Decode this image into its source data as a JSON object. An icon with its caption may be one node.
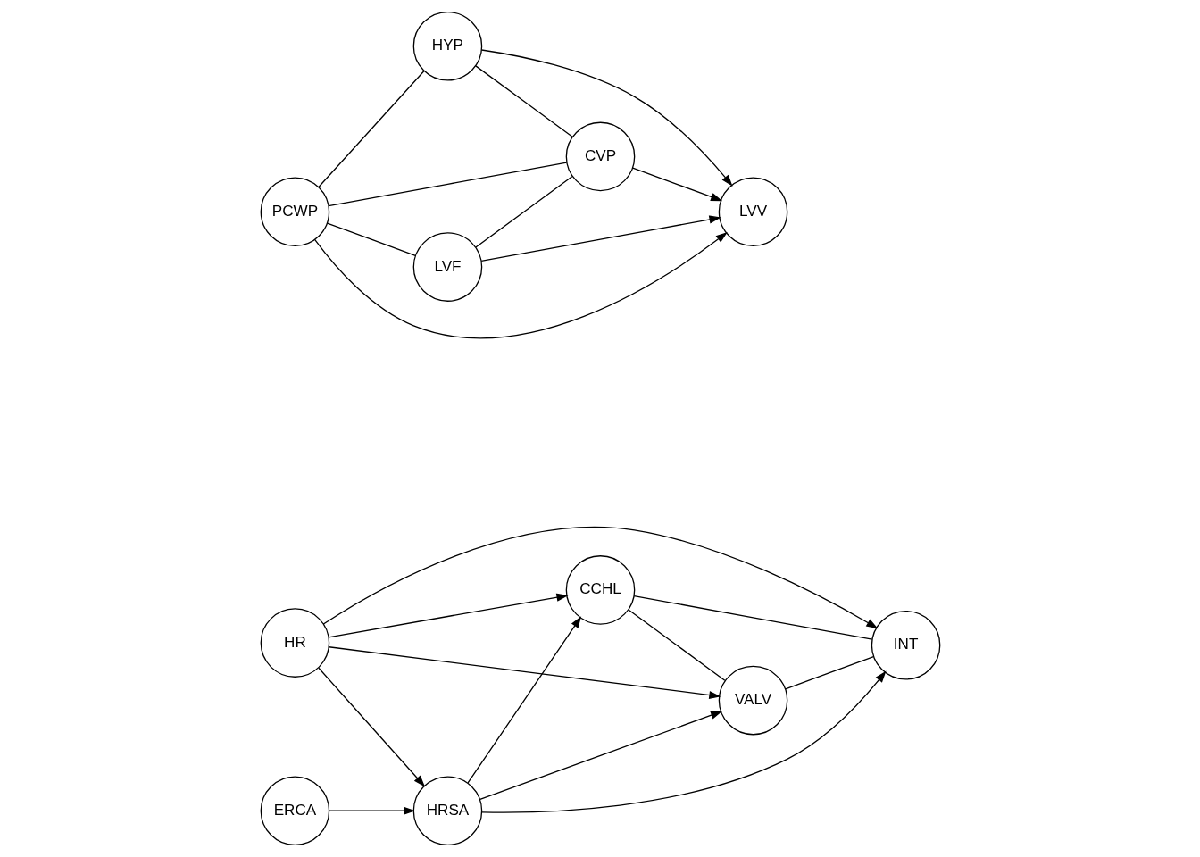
{
  "diagram": {
    "nodes": [
      {
        "text": [
          "CCHL"
        ]
      },
      {
        "text": [
          "HR"
        ]
      },
      {
        "text": [
          "INT"
        ]
      },
      {
        "text": [
          "HRSA"
        ]
      },
      {
        "text": [
          "VALV"
        ]
      },
      {
        "text": [
          "ERCA"
        ]
      },
      {
        "text": [
          "PCWP"
        ]
      },
      {
        "text": [
          "HYP"
        ]
      },
      {
        "text": [
          "LVF"
        ]
      },
      {
        "text": [
          "LVV"
        ]
      },
      {
        "text": [
          "CVP"
        ]
      }
    ],
    "edges": [
      {
        "from": 5,
        "to": 3,
        "arrow": "to"
      },
      {
        "from": 1,
        "to": 0,
        "arrow": "to"
      },
      {
        "from": 1,
        "to": 2,
        "arrow": "to"
      },
      {
        "from": 1,
        "to": 3,
        "arrow": "to"
      },
      {
        "from": 1,
        "to": 4,
        "arrow": "to"
      },
      {
        "from": 3,
        "to": 0,
        "arrow": "to"
      },
      {
        "from": 3,
        "to": 2,
        "arrow": "to"
      },
      {
        "from": 3,
        "to": 4,
        "arrow": "to"
      },
      {
        "from": 0,
        "to": 2,
        "arrow": "none"
      },
      {
        "from": 0,
        "to": 4,
        "arrow": "none"
      },
      {
        "from": 4,
        "to": 2,
        "arrow": "none"
      },
      {
        "from": 6,
        "to": 7,
        "arrow": "none"
      },
      {
        "from": 6,
        "to": 8,
        "arrow": "none"
      },
      {
        "from": 6,
        "to": 10,
        "arrow": "none"
      },
      {
        "from": 6,
        "to": 9,
        "arrow": "to"
      },
      {
        "from": 7,
        "to": 9,
        "arrow": "to"
      },
      {
        "from": 7,
        "to": 10,
        "arrow": "none"
      },
      {
        "from": 8,
        "to": 9,
        "arrow": "to"
      },
      {
        "from": 8,
        "to": 10,
        "arrow": "none"
      },
      {
        "from": 10,
        "to": 9,
        "arrow": "to"
      }
    ]
  }
}
